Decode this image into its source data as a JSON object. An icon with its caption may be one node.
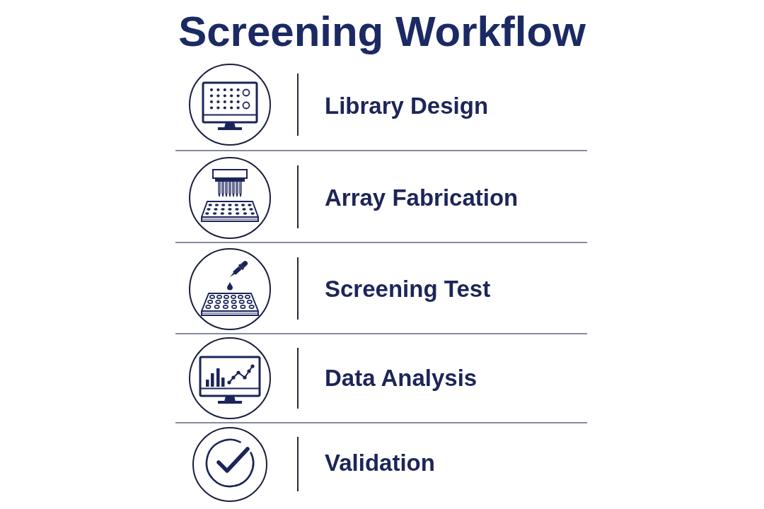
{
  "diagram": {
    "title": "Screening Workflow",
    "nodes": [
      {
        "text": [
          "Library Design"
        ]
      },
      {
        "text": [
          "Array Fabrication"
        ]
      },
      {
        "text": [
          "Screening Test"
        ]
      },
      {
        "text": [
          "Data Analysis"
        ]
      },
      {
        "text": [
          "Validation"
        ]
      }
    ]
  }
}
